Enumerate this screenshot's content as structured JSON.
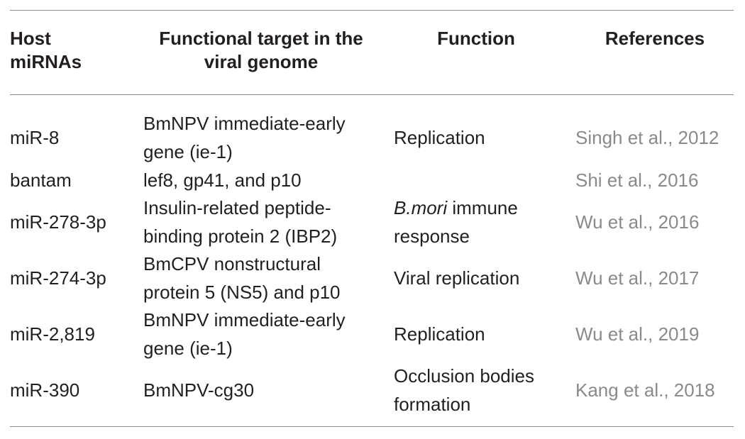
{
  "table": {
    "headers": {
      "host": [
        "Host",
        "miRNAs"
      ],
      "target": [
        "Functional target in the",
        "viral genome"
      ],
      "function": "Function",
      "references": "References"
    },
    "rows": [
      {
        "host": "miR-8",
        "target": [
          "BmNPV immediate-early",
          "gene (ie-1)"
        ],
        "function": [
          "Replication"
        ],
        "reference": "Singh et al., 2012"
      },
      {
        "host": "bantam",
        "target": [
          "lef8, gp41, and p10"
        ],
        "function": [],
        "reference": "Shi et al., 2016"
      },
      {
        "host": "miR-278-3p",
        "target": [
          "Insulin-related peptide-",
          "binding protein 2 (IBP2)"
        ],
        "function_italic": "B.mori",
        "function": [
          " immune",
          "response"
        ],
        "reference": "Wu et al., 2016"
      },
      {
        "host": "miR-274-3p",
        "target": [
          "BmCPV nonstructural",
          "protein 5 (NS5) and p10"
        ],
        "function": [
          "Viral replication"
        ],
        "reference": "Wu et al., 2017"
      },
      {
        "host": "miR-2,819",
        "target": [
          "BmNPV immediate-early",
          "gene (ie-1)"
        ],
        "function": [
          "Replication"
        ],
        "reference": "Wu et al., 2019"
      },
      {
        "host": "miR-390",
        "target": [
          "BmNPV-cg30"
        ],
        "function": [
          "Occlusion bodies",
          "formation"
        ],
        "reference": "Kang et al., 2018"
      }
    ]
  }
}
